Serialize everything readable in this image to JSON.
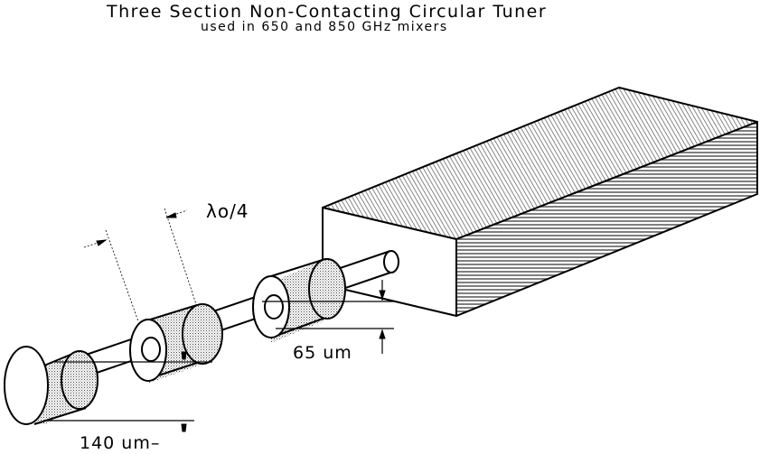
{
  "title": "Three Section Non-Contacting Circular Tuner",
  "subtitle": "used in 650 and 850 GHz mixers",
  "labels": {
    "section_length": "λo/4",
    "inner_dimension": "65 um",
    "outer_dimension": "140 um–"
  }
}
